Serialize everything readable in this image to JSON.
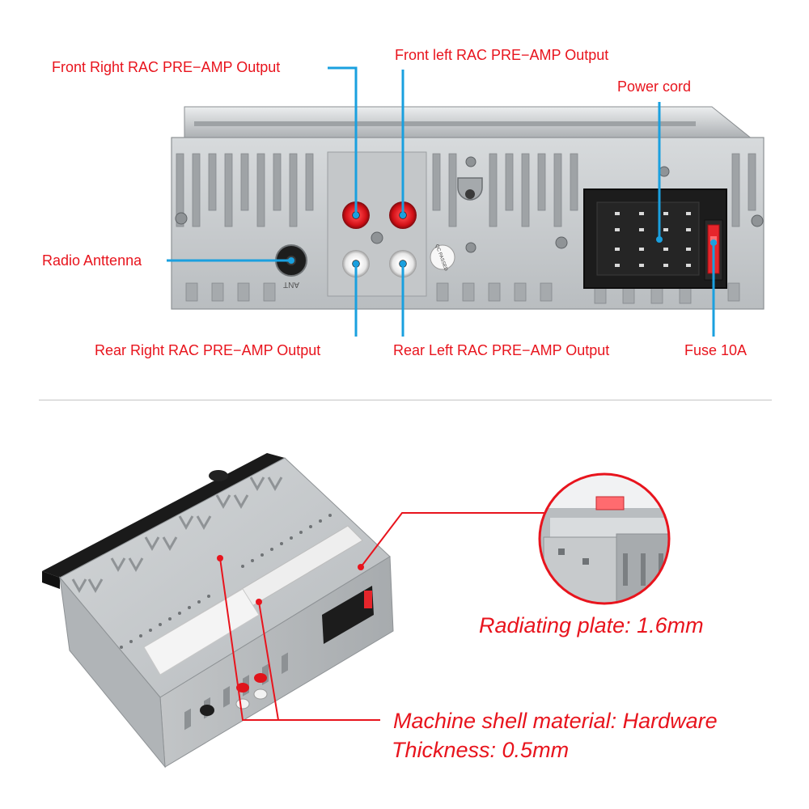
{
  "top_diagram": {
    "labels": {
      "front_right": "Front Right RAC PRE−AMP Output",
      "front_left": "Front left RAC PRE−AMP Output",
      "power_cord": "Power cord",
      "radio_antenna": "Radio Anttenna",
      "rear_right": "Rear Right RAC PRE−AMP Output",
      "rear_left": "Rear Left RAC PRE−AMP Output",
      "fuse": "Fuse 10A"
    },
    "panel_markings": {
      "ant": "ANT",
      "qc_passed": "QC PASSED"
    }
  },
  "bottom_diagram": {
    "radiating_plate": "Radiating plate: 1.6mm",
    "shell_material": "Machine shell material: Hardware",
    "thickness": "Thickness: 0.5mm"
  },
  "colors": {
    "label_text": "#e8141d",
    "pointer_line": "#1aa0df",
    "callout_line": "#e8141d",
    "chassis": "#c9ccce",
    "rca_red": "#e0141b",
    "rca_white": "#f2f2f2"
  }
}
